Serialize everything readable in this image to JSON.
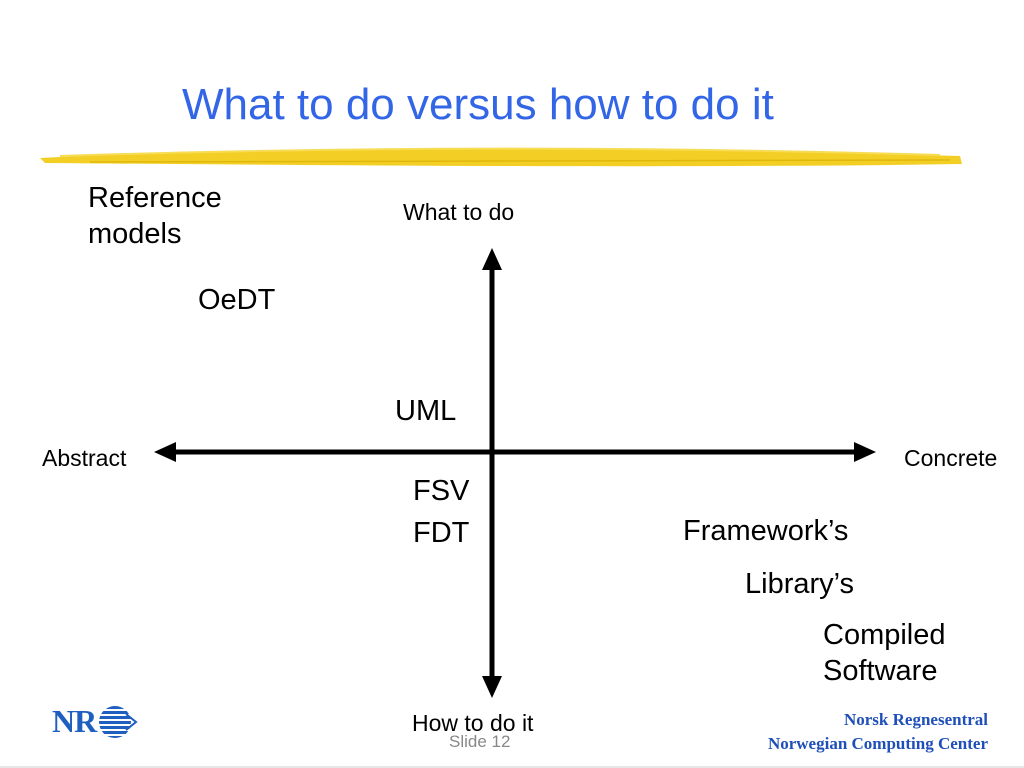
{
  "slide": {
    "title": "What to do versus how to do it",
    "slide_number": "Slide 12"
  },
  "diagram": {
    "axis_top": "What to do",
    "axis_bottom": "How to do it",
    "axis_left": "Abstract",
    "axis_right": "Concrete",
    "items": {
      "reference_models": "Reference models",
      "oedt": "OeDT",
      "uml": "UML",
      "fsv": "FSV",
      "fdt": "FDT",
      "frameworks": "Framework’s",
      "libraries": "Library’s",
      "compiled_software": "Compiled Software"
    }
  },
  "footer": {
    "logo_text": "NR",
    "org_name_no": "Norsk Regnesentral",
    "org_name_en": "Norwegian Computing Center"
  },
  "colors": {
    "title": "#3366e6",
    "highlighter": "#f2cc1a",
    "logo": "#1f5fc0",
    "org_text": "#1f4fb8"
  }
}
